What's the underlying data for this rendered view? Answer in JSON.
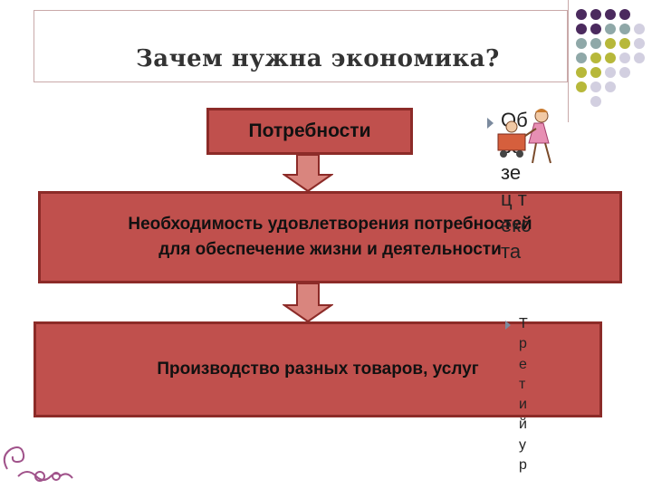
{
  "slide": {
    "title": "Зачем нужна экономика?",
    "box_needs": "Потребности",
    "box_necessity_line1": "Необходимость удовлетворения потребностей",
    "box_necessity_line2": "для обеспечение жизни и деятельности",
    "box_production": "Производство разных товаров, услуг",
    "side_text_1": "Образец текста",
    "side_text_2": "Третий ур"
  },
  "colors": {
    "box_fill": "#c0504d",
    "box_border": "#8c2b28",
    "dot_purple": "#4b2a5e",
    "dot_teal": "#8fa8a8",
    "dot_olive": "#b7b83a",
    "dot_lavender": "#d2cfe0"
  },
  "icons": [
    "kids-playing-icon",
    "swirl-ornament-icon",
    "arrow-down-icon",
    "bullet-triangle-icon"
  ]
}
